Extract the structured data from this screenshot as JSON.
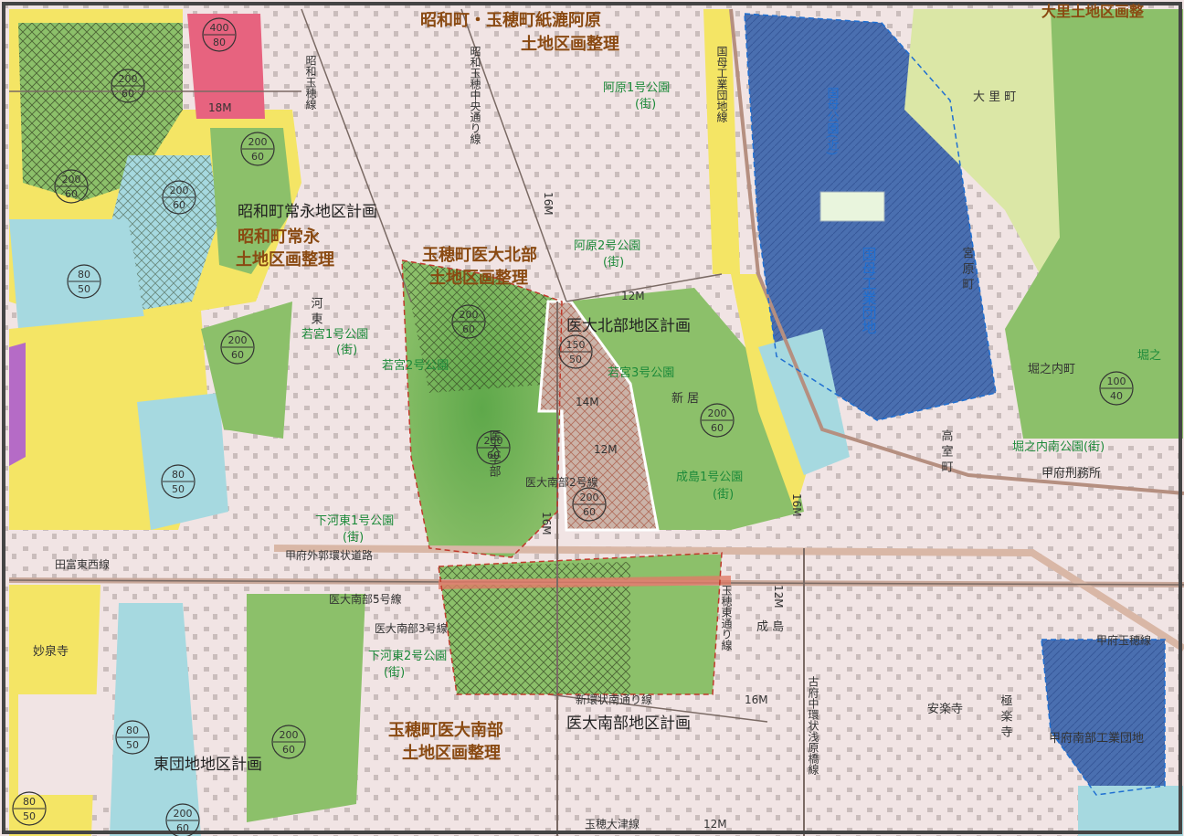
{
  "district_plans": [
    "昭和町常永地区計画",
    "医大北部地区計画",
    "医大南部地区計画",
    "東団地地区計画"
  ],
  "land_readjustment": [
    [
      "昭和町・玉穂町紙漉阿原",
      "土地区画整理"
    ],
    [
      "昭和町常永",
      "土地区画整理"
    ],
    [
      "玉穂町医大北部",
      "土地区画整理"
    ],
    [
      "玉穂町医大南部",
      "土地区画整理"
    ]
  ],
  "industrial": {
    "kunibo": "国母工業団地",
    "park": "国母公園(近)",
    "south": "甲府南部工業団地"
  },
  "parks": [
    [
      "阿原1号公園",
      "(街)"
    ],
    [
      "阿原2号公園",
      "(街)"
    ],
    [
      "若宮1号公園",
      "(街)"
    ],
    [
      "若宮2号公園",
      "(街)"
    ],
    [
      "若宮3号公園",
      "(街)"
    ],
    [
      "下河東1号公園",
      "(街)"
    ],
    [
      "下河東2号公園",
      "(街)"
    ],
    [
      "成島1号公園",
      "(街)"
    ],
    [
      "堀之内南公園(街)",
      ""
    ]
  ],
  "roads": {
    "r_shinkan": "甲府外郭環状道路",
    "r_tatomi": "田富東西線",
    "r_sno5": "医大南部5号線",
    "r_sno3": "医大南部3号線",
    "r_sno2": "医大南部2号線",
    "r_shinkan_s": "新環状南通り線",
    "r_tamaho_otsu": "玉穂大津線",
    "r_furufu": "古府中環状浅原橋線",
    "r_tamaho_e": "玉穂東通り線",
    "r_kofu_tamaho": "甲府玉穂線",
    "r_showa_kinzan": "昭和玉穂線",
    "r_showa_chuo": "昭和玉穂中央通り線",
    "r_gunnai": "国母工業団地線",
    "r_12m": "12M",
    "r_14m": "14M",
    "r_16m": "16M",
    "r_18m": "18M"
  },
  "places": {
    "oosato": "大 里 町",
    "miyahara": "宮 原 町",
    "takamuro": "高 室 町",
    "horinouchi": "堀之内町",
    "kawahigashi": "河 東",
    "shinkyo": "新 居",
    "narishima": "成 島",
    "gokuraku": "極 楽 寺",
    "anraku": "安楽寺",
    "kofu_prison": "甲府刑務所",
    "hori": "堀之",
    "medical_univ": "医大学部",
    "oosato_top": "大里土地区画整",
    "myosen": "妙泉寺"
  },
  "zoning_circles": [
    {
      "top": "400",
      "bottom": "80"
    },
    {
      "top": "200",
      "bottom": "60"
    },
    {
      "top": "200",
      "bottom": "60"
    },
    {
      "top": "200",
      "bottom": "60"
    },
    {
      "top": "200",
      "bottom": "60"
    },
    {
      "top": "80",
      "bottom": "50"
    },
    {
      "top": "200",
      "bottom": "60"
    },
    {
      "top": "80",
      "bottom": "50"
    },
    {
      "top": "200",
      "bottom": "60"
    },
    {
      "top": "200",
      "bottom": "60"
    },
    {
      "top": "200",
      "bottom": "60"
    },
    {
      "top": "200",
      "bottom": "60"
    },
    {
      "top": "100",
      "bottom": "40"
    },
    {
      "top": "80",
      "bottom": "50"
    },
    {
      "top": "200",
      "bottom": "60"
    },
    {
      "top": "80",
      "bottom": "50"
    },
    {
      "top": "200",
      "bottom": "60"
    },
    {
      "top": "150",
      "bottom": "50"
    }
  ],
  "colors": {
    "residential_green": "#8cc06a",
    "residential_yellow": "#f4e565",
    "commercial_pink": "#e8a6b0",
    "industrial_blue": "#4a6fb0",
    "light_blue": "#a6d9e0",
    "pinkish": "#f2dde0",
    "pale": "#f1ece8",
    "outline_brown": "#a0522d"
  }
}
